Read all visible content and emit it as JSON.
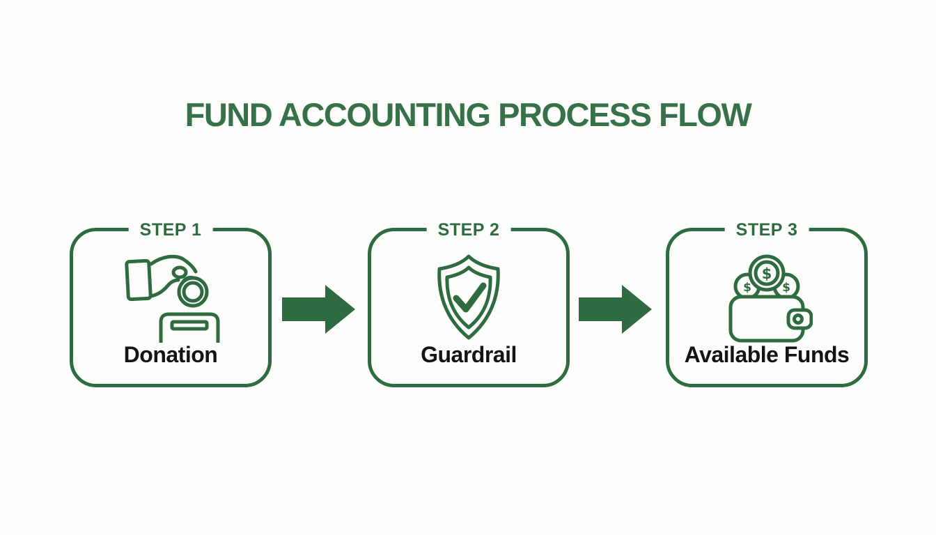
{
  "title": {
    "text": "FUND ACCOUNTING PROCESS FLOW",
    "color": "#377149"
  },
  "accent_color": "#2e6b40",
  "steps": [
    {
      "step_label": "STEP 1",
      "name": "Donation",
      "icon": "hand-coin-donation-icon"
    },
    {
      "step_label": "STEP 2",
      "name": "Guardrail",
      "icon": "shield-check-icon"
    },
    {
      "step_label": "STEP 3",
      "name": "Available Funds",
      "icon": "wallet-coins-icon"
    }
  ],
  "connectors": [
    {
      "icon": "arrow-right-icon",
      "direction": "right"
    },
    {
      "icon": "arrow-right-icon",
      "direction": "right"
    }
  ],
  "icons": {
    "coin_symbol": "$"
  }
}
